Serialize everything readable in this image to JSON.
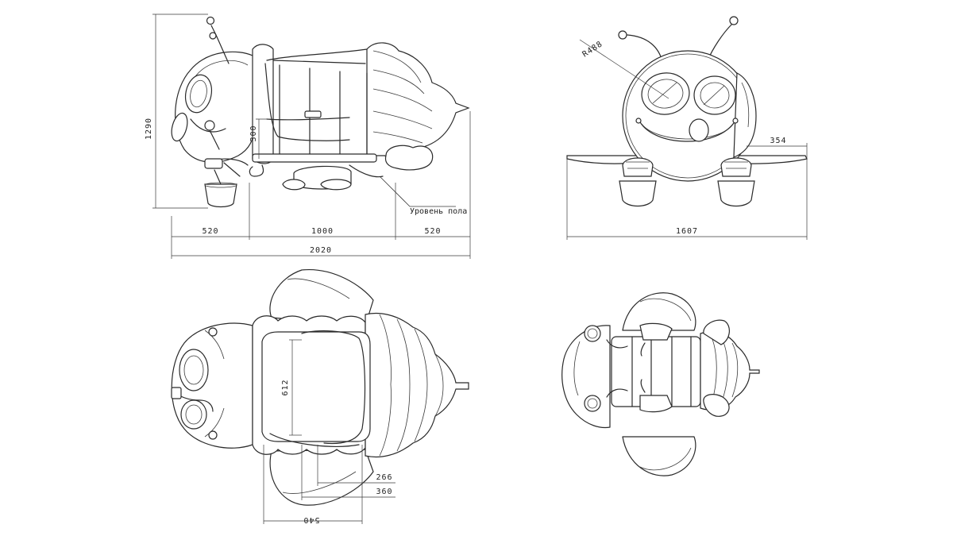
{
  "drawing": {
    "side_view": {
      "height_label": "1290",
      "seat_height_label": "300",
      "floor_level_label": "Уровень пола",
      "segment_left_label": "520",
      "segment_mid_label": "1000",
      "segment_right_label": "520",
      "total_length_label": "2020"
    },
    "front_view": {
      "radius_label": "R488",
      "wing_offset_label": "354",
      "total_width_label": "1607"
    },
    "top_view": {
      "seat_length_label": "612",
      "dim_a_label": "266",
      "dim_b_label": "360",
      "seat_width_label": "540"
    }
  }
}
